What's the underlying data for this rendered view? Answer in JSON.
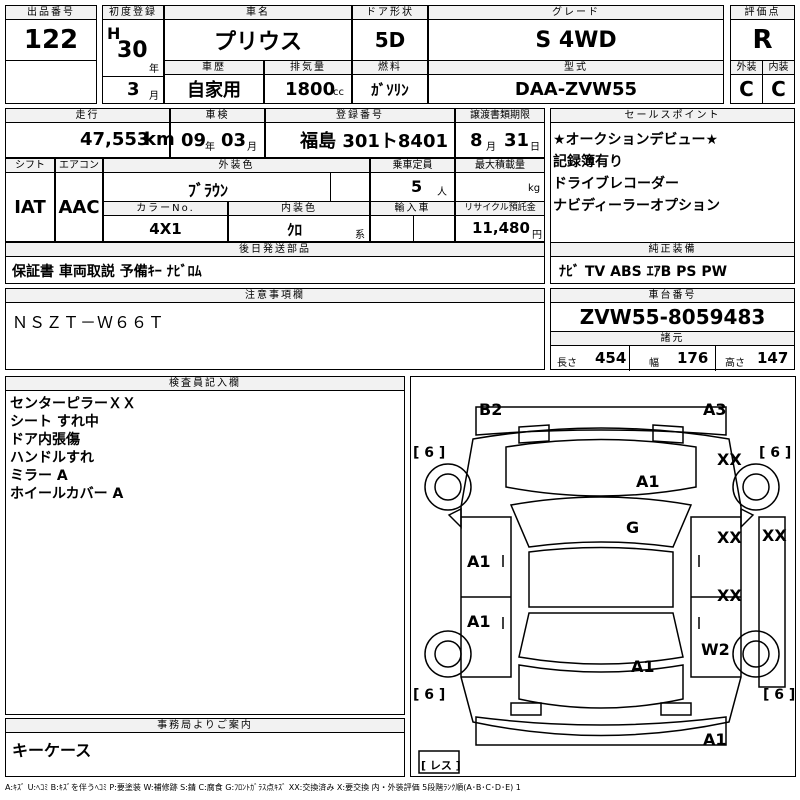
{
  "top": {
    "lot_label": "出品番号",
    "lot": "122",
    "reg_label": "初度登録",
    "era": "H",
    "year": "30",
    "year_unit": "年",
    "month": "3",
    "month_unit": "月",
    "name_label": "車名",
    "name": "プリウス",
    "door_label": "ドア形状",
    "door": "5D",
    "grade_label": "グレード",
    "grade": "S 4WD",
    "score_label": "評価点",
    "score": "R",
    "history_label": "車歴",
    "history": "自家用",
    "disp_label": "排気量",
    "disp": "1800",
    "disp_unit": "cc",
    "fuel_label": "燃料",
    "fuel": "ｶﾞｿﾘﾝ",
    "model_label": "型式",
    "model": "DAA-ZVW55",
    "ext_label": "外装",
    "ext": "C",
    "int_label": "内装",
    "int": "C"
  },
  "row2": {
    "mileage_label": "走行",
    "mileage": "47,553",
    "mileage_unit": "km",
    "inspect_label": "車検",
    "insp_y": "09",
    "insp_y_unit": "年",
    "insp_m": "03",
    "insp_m_unit": "月",
    "plate_label": "登録番号",
    "plate": "福島 301ト8401",
    "transfer_label": "譲渡書類期限",
    "tr_m": "8",
    "tr_m_unit": "月",
    "tr_d": "31",
    "tr_d_unit": "日",
    "sales_label": "セールスポイント",
    "sales": [
      "★オークションデビュー★",
      "記録簿有り",
      "ドライブレコーダー",
      "ナビディーラーオプション"
    ]
  },
  "row3": {
    "shift_label": "シフト",
    "shift": "IAT",
    "ac_label": "エアコン",
    "ac": "AAC",
    "color_label": "外装色",
    "color": "ﾌﾞﾗｳﾝ",
    "cap_label": "乗車定員",
    "cap": "5",
    "cap_unit": "人",
    "load_label": "最大積載量",
    "load_unit": "kg",
    "colorno_label": "カラーNo.",
    "colorno": "4X1",
    "intcolor_label": "内装色",
    "intcolor": "ｸﾛ",
    "intcolor_unit": "系",
    "import_label": "輸入車",
    "recycle_label": "リサイクル預託金",
    "recycle": "11,480",
    "recycle_unit": "円"
  },
  "later": {
    "label": "後日発送部品",
    "value": "保証書 車両取説 予備ｷｰ ﾅﾋﾞﾛﾑ"
  },
  "equip": {
    "label": "純正装備",
    "value": "ﾅﾋﾞ TV ABS ｴｱB PS PW"
  },
  "notes": {
    "label": "注意事項欄",
    "value": "ＮＳＺＴ－Ｗ６６Ｔ"
  },
  "chassis": {
    "label": "車台番号",
    "value": "ZVW55-8059483",
    "dims_label": "諸元",
    "len_label": "長さ",
    "len": "454",
    "wid_label": "幅",
    "wid": "176",
    "hei_label": "高さ",
    "hei": "147"
  },
  "inspector": {
    "label": "検査員記入欄",
    "lines": [
      "センターピラーＸＸ",
      "シート すれ中",
      "ドア内張傷",
      "ハンドルすれ",
      "ミラー A",
      "ホイールカバー A"
    ]
  },
  "office": {
    "label": "事務局よりご案内",
    "value": "キーケース"
  },
  "diagram": {
    "tire_fl": "[ 6 ]",
    "tire_fr": "[ 6 ]",
    "tire_rl": "[ 6 ]",
    "tire_rr": "[ 6 ]",
    "spare": "[ レス ]",
    "marks": {
      "b2": "B2",
      "a3": "A3",
      "xx1": "XX",
      "a1_hood": "A1",
      "g": "G",
      "xx2": "XX",
      "xx3": "XX",
      "a1_l1": "A1",
      "a1_l2": "A1",
      "xx4": "XX",
      "w2": "W2",
      "a1_roof": "A1",
      "a1_rear": "A1"
    }
  },
  "legend": "A:ｷｽﾞ U:ﾍｺﾐ B:ｷｽﾞを伴うﾍｺﾐ P:要塗装 W:補修跡 S:錆 C:腐食 G:ﾌﾛﾝﾄｶﾞﾗｽ点ｷｽﾞ XX:交換済み X:要交換 内・外装評価 5段階ﾗﾝｸ順(A･B･C･D･E) 1"
}
